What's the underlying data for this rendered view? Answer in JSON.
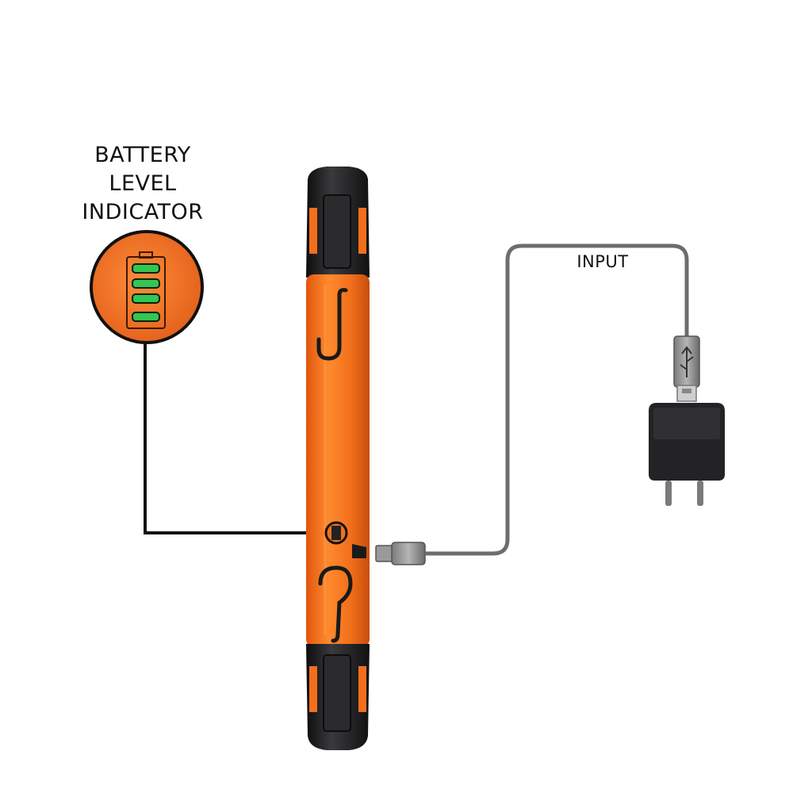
{
  "labels": {
    "battery_level_indicator": [
      "BATTERY",
      "LEVEL",
      "INDICATOR"
    ],
    "input": "INPUT"
  },
  "battery_indicator": {
    "bars_lit": 4,
    "bars_total": 4
  },
  "colors": {
    "body_orange": "#f26f1b",
    "grip_black": "#1f1f21",
    "led_green": "#33c653",
    "cable_gray": "#6d6d6d",
    "adapter_black": "#232325"
  },
  "icons": [
    "battery-icon",
    "hook-icon",
    "usb-icon",
    "power-adapter-icon"
  ]
}
